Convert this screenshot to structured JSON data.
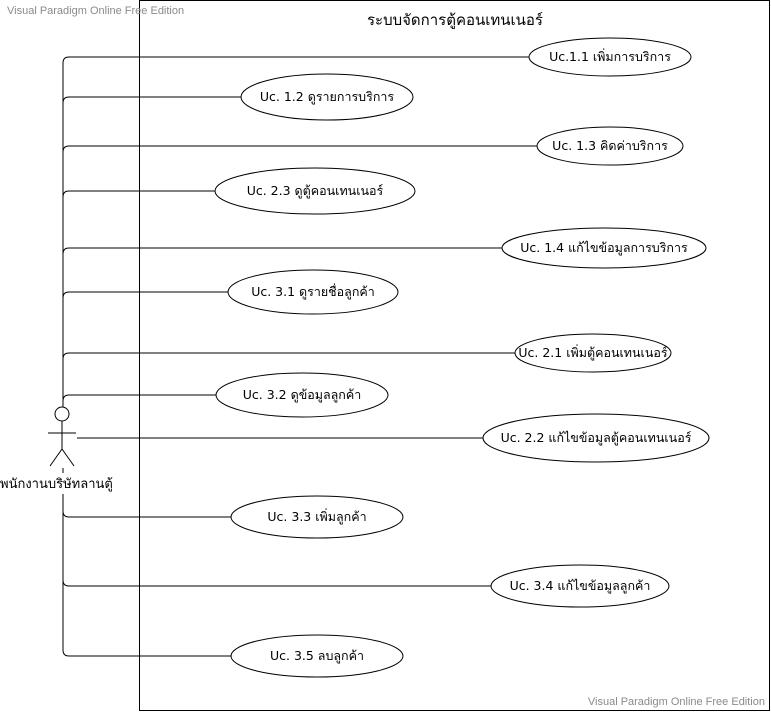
{
  "watermark": {
    "top": "Visual Paradigm Online Free Edition",
    "bottom": "Visual Paradigm Online Free Edition"
  },
  "system": {
    "title": "ระบบจัดการตู้คอนเทนเนอร์"
  },
  "actor": {
    "name": "พนักงานบริษัทลานตู้"
  },
  "use_cases": [
    {
      "id": "uc-1-1",
      "label": "Uc.1.1 เพิ่มการบริการ"
    },
    {
      "id": "uc-1-2",
      "label": "Uc. 1.2 ดูรายการบริการ"
    },
    {
      "id": "uc-1-3",
      "label": "Uc. 1.3 คิดค่าบริการ"
    },
    {
      "id": "uc-2-3",
      "label": "Uc. 2.3 ดูตู้คอนเทนเนอร์"
    },
    {
      "id": "uc-1-4",
      "label": "Uc. 1.4 แก้ไขข้อมูลการบริการ"
    },
    {
      "id": "uc-3-1",
      "label": "Uc. 3.1 ดูรายชื่อลูกค้า"
    },
    {
      "id": "uc-2-1",
      "label": "Uc. 2.1 เพิ่มตู้คอนเทนเนอร์"
    },
    {
      "id": "uc-3-2",
      "label": "Uc. 3.2 ดูข้อมูลลูกค้า"
    },
    {
      "id": "uc-2-2",
      "label": "Uc. 2.2 แก้ไขข้อมูลตู้คอนเทนเนอร์"
    },
    {
      "id": "uc-3-3",
      "label": "Uc. 3.3 เพิ่มลูกค้า"
    },
    {
      "id": "uc-3-4",
      "label": "Uc. 3.4 แก้ไขข้อมูลลูกค้า"
    },
    {
      "id": "uc-3-5",
      "label": "Uc. 3.5 ลบลูกค้า"
    }
  ]
}
